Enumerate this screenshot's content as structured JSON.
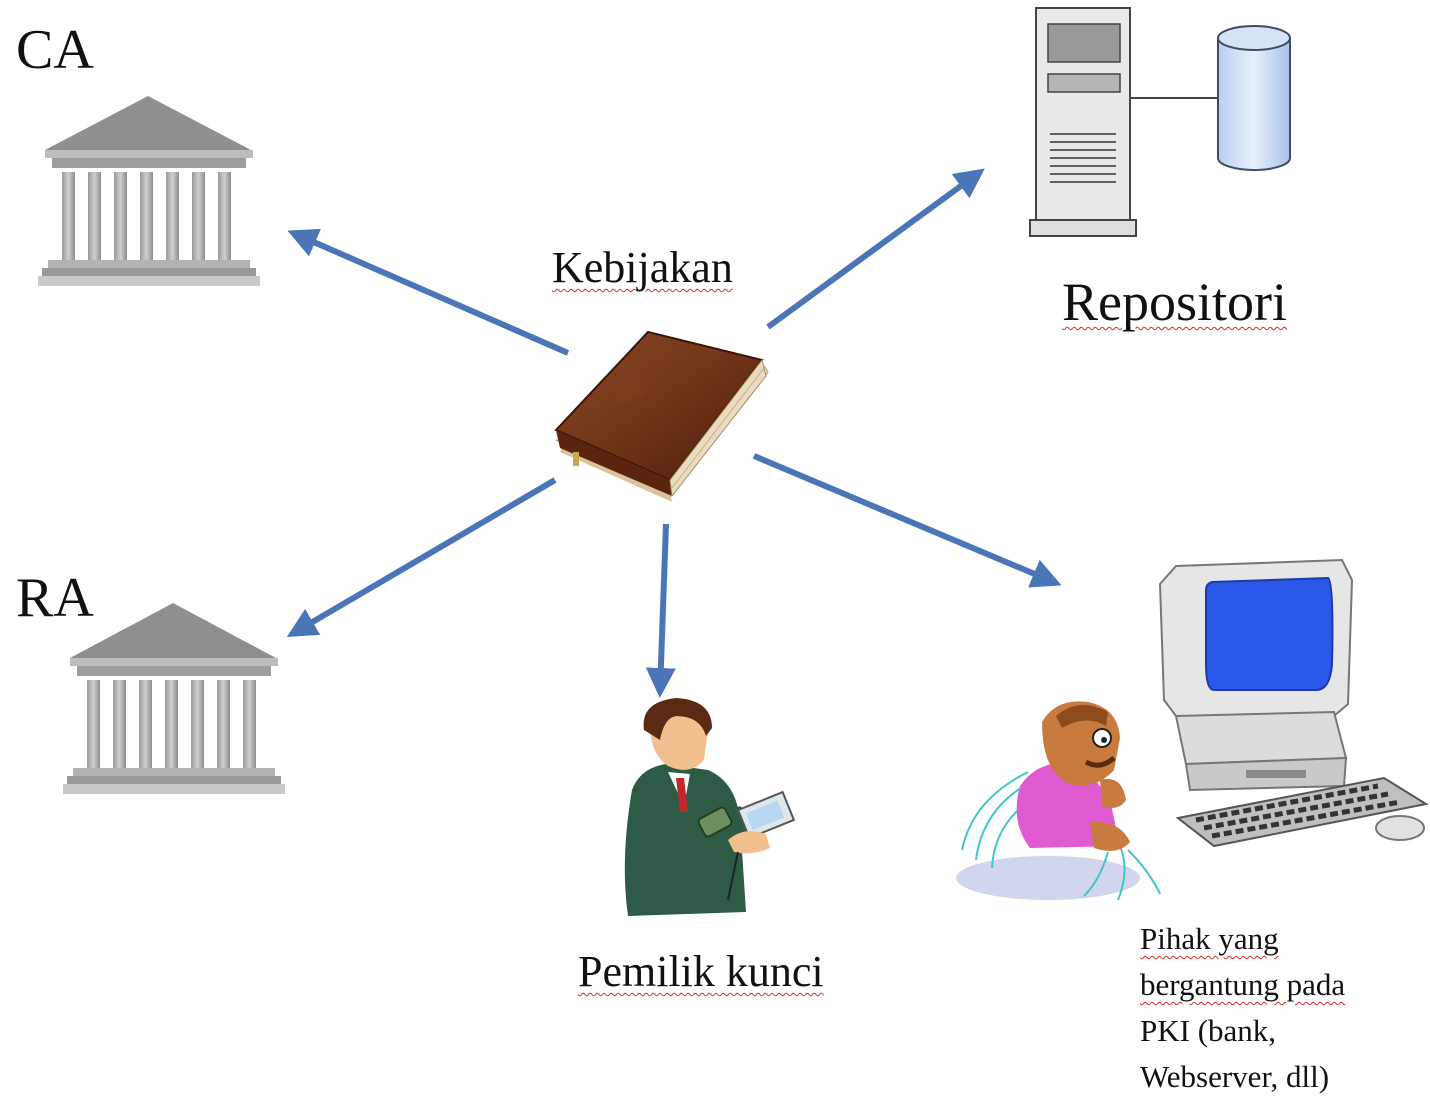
{
  "labels": {
    "ca": "CA",
    "ra": "RA",
    "policy": "Kebijakan",
    "repository": "Repositori",
    "key_owner": "Pemilik kunci",
    "relying_party": [
      "Pihak yang",
      "bergantung pada",
      "PKI (bank,",
      "Webserver, dll)"
    ]
  },
  "icons": {
    "ca": "bank-building-icon",
    "ra": "bank-building-icon",
    "policy": "book-icon",
    "repository": "server-database-icon",
    "key_owner": "businessman-with-device-icon",
    "relying_party": "man-at-computer-icon"
  },
  "colors": {
    "arrow": "#4a76b8",
    "spellcheck_underline": "#d62b2b"
  }
}
